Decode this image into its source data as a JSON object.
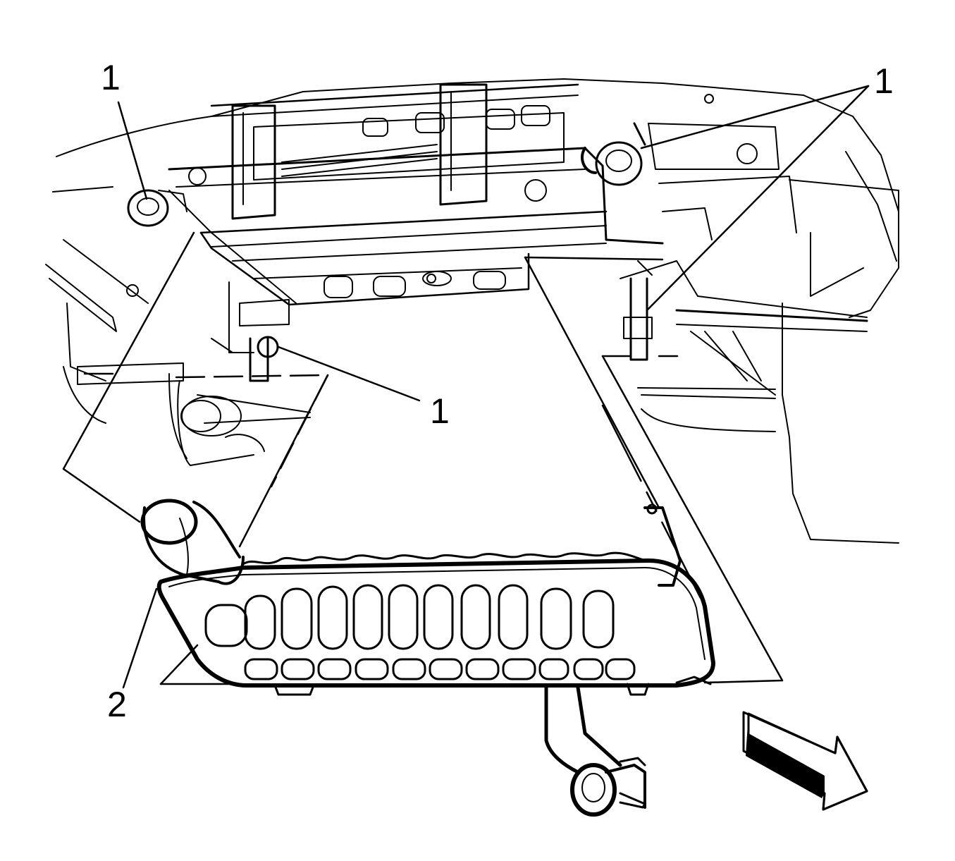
{
  "diagram": {
    "callouts": [
      {
        "id": "fastener-top-left",
        "label": "1"
      },
      {
        "id": "fastener-top-right",
        "label": "1"
      },
      {
        "id": "fastener-center",
        "label": "1"
      },
      {
        "id": "muffler",
        "label": "2"
      }
    ],
    "colors": {
      "ink": "#000000",
      "paper": "#ffffff"
    },
    "icons": [
      "direction-arrow-icon"
    ]
  }
}
